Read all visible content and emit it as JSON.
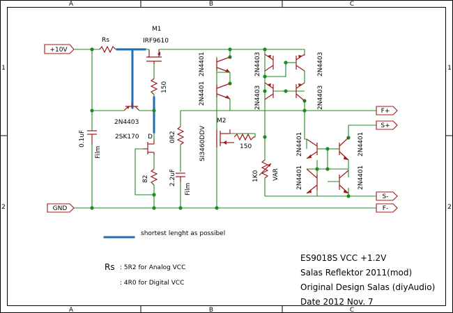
{
  "frame": {
    "columns": [
      "A",
      "B",
      "C"
    ],
    "rows": [
      "1",
      "2"
    ]
  },
  "ports": {
    "v10": "+10V",
    "gnd": "GND",
    "fplus": "F+",
    "splus": "S+",
    "sminus": "S-",
    "fminus": "F-"
  },
  "parts": {
    "rs": "Rs",
    "m1": "M1",
    "irf": "IRF9610",
    "r150a": "150",
    "q2n4403": "2N4403",
    "sk170": "2SK170",
    "d_label": "D",
    "c01": "0.1uF",
    "film1": "Film",
    "r0r2": "0R2",
    "r82": "82",
    "c22": "2.2uF",
    "film2": "Film",
    "m2": "M2",
    "si": "SI3460DDV",
    "r150b": "150",
    "r1k": "1K0",
    "var": "VAR",
    "q_a_top": "2N4401",
    "q_a_bot": "2N4401",
    "q_b_top": "2N4403",
    "q_b_bot": "2N4403",
    "q_c_top": "2N4403",
    "q_c_bot": "2N4403",
    "q_d_top_left": "2N4401",
    "q_d_top_right": "2N4401",
    "q_d_bot_left": "2N4401",
    "q_d_bot_right": "2N4401"
  },
  "notes": {
    "legend_text": "shortest lenght as possibel",
    "rs_prefix": "Rs",
    "rs_analog": ": 5R2  for Analog VCC",
    "rs_digital": ": 4R0  for Digital VCC"
  },
  "title_block": {
    "line1": "ES9018S VCC +1.2V",
    "line2": "Salas Reflektor 2011(mod)",
    "line3": "Original Design Salas (diyAudio)",
    "line4": "Date 2012 Nov. 7"
  },
  "colors": {
    "wire": "#1f8a1f",
    "component": "#a01818",
    "highlight": "#1f6fb6"
  }
}
